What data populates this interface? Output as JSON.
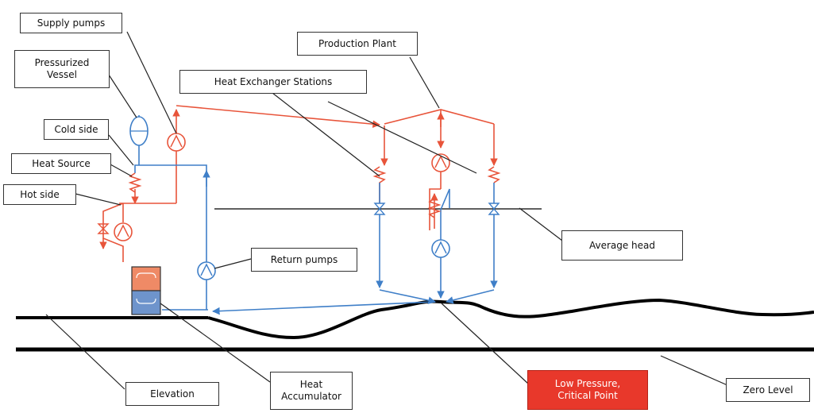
{
  "labels": {
    "supply_pumps": "Supply pumps",
    "pressurized_vessel": "Pressurized\nVessel",
    "cold_side": "Cold side",
    "heat_source": "Heat Source",
    "hot_side": "Hot side",
    "production_plant": "Production Plant",
    "heat_exchanger_stations": "Heat Exchanger Stations",
    "return_pumps": "Return pumps",
    "average_head": "Average head",
    "elevation": "Elevation",
    "heat_accumulator": "Heat\nAccumulator",
    "low_pressure": "Low Pressure,\nCritical Point",
    "zero_level": "Zero Level"
  },
  "colors": {
    "supply_line": "#e8543a",
    "return_line": "#3f7fc8",
    "critical_point": "#e8382b",
    "ground": "#000000"
  }
}
